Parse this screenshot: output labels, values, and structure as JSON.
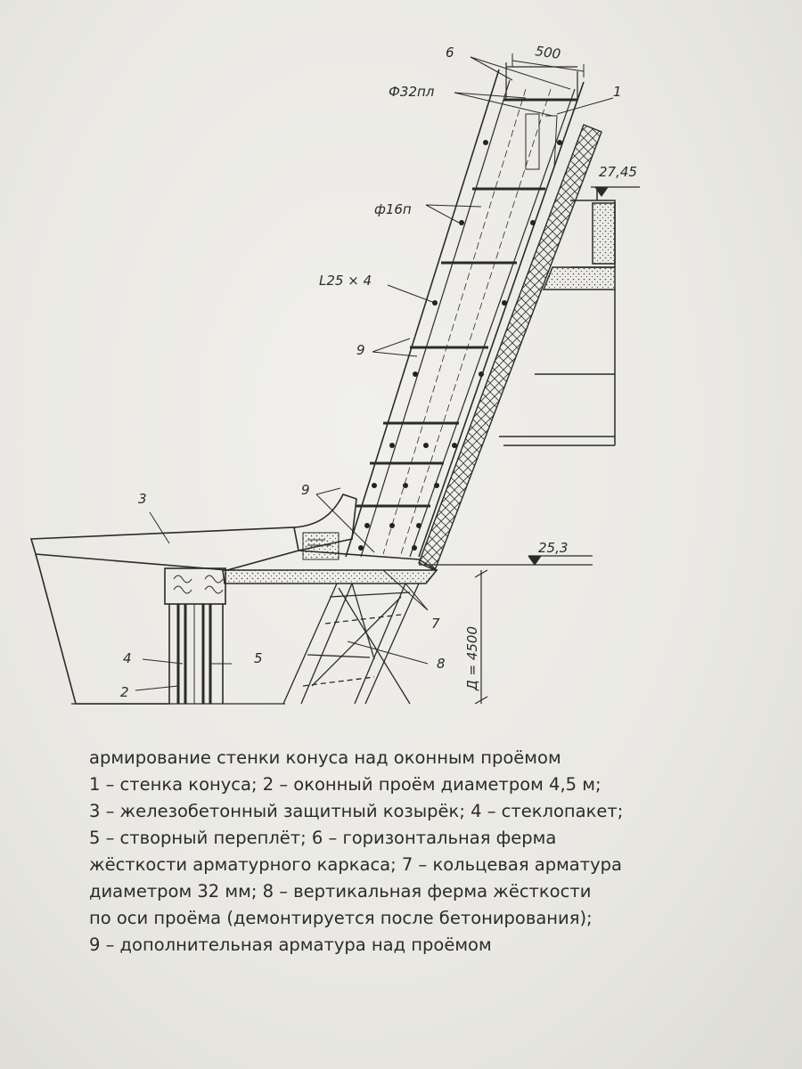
{
  "labels": {
    "width_dim": "500",
    "frame_callout": "6",
    "rebar_32": "Ф32пл",
    "cone_wall": "1",
    "elevation_top": "27,45",
    "rebar_16": "ф16п",
    "angle": "L25 × 4",
    "extra_rebar_a": "9",
    "extra_rebar_b": "9",
    "canopy": "3",
    "elevation_floor": "25,3",
    "ring_rebar": "7",
    "glazing": "4",
    "sash": "5",
    "window": "2",
    "vertical_truss": "8",
    "diameter_dim": "Д = 4500"
  },
  "caption": {
    "title": "армирование стенки конуса над оконным проёмом",
    "lines": [
      "1 – стенка конуса; 2 – оконный проём диаметром 4,5 м;",
      "3 – железобетонный защитный козырёк; 4 – стеклопакет;",
      "5 – створный переплёт; 6 – горизонтальная ферма",
      "жёсткости арматурного каркаса; 7 – кольцевая арматура",
      "диаметром 32 мм; 8 – вертикальная ферма жёсткости",
      "по оси проёма (демонтируется после бетонирования);",
      "9 – дополнительная арматура над проёмом"
    ]
  }
}
